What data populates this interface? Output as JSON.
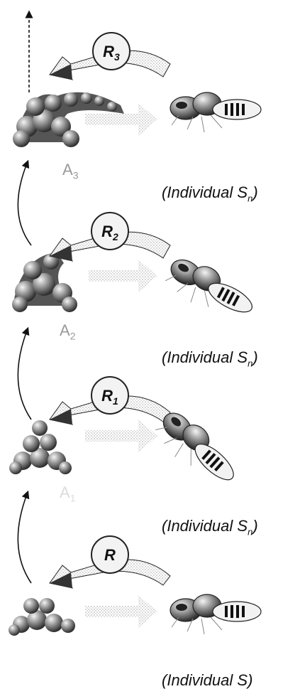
{
  "stages": [
    {
      "id": "R3",
      "response_base": "R",
      "response_sub": "3",
      "stimulus_base": "A",
      "stimulus_sub": "3",
      "individual_text": "(Individual S",
      "individual_sub": "n",
      "individual_close": ")"
    },
    {
      "id": "R2",
      "response_base": "R",
      "response_sub": "2",
      "stimulus_base": "A",
      "stimulus_sub": "2",
      "individual_text": "(Individual S",
      "individual_sub": "n",
      "individual_close": ")"
    },
    {
      "id": "R1",
      "response_base": "R",
      "response_sub": "1",
      "stimulus_base": "A",
      "stimulus_sub": "1",
      "individual_text": "(Individual S",
      "individual_sub": "n",
      "individual_close": ")"
    },
    {
      "id": "R",
      "response_base": "R",
      "response_sub": "",
      "stimulus_base": "",
      "stimulus_sub": "",
      "individual_text": "(Individual S)",
      "individual_sub": "",
      "individual_close": ""
    }
  ],
  "colors": {
    "ink": "#111111",
    "gray_label": "#9a9a9a",
    "arrow_fill": "#d8d8d8",
    "pile": "#6f6f6f"
  },
  "icons": [
    "soil-pile-icon",
    "termite-icon",
    "response-arrow-icon",
    "stimulus-arrow-icon"
  ]
}
